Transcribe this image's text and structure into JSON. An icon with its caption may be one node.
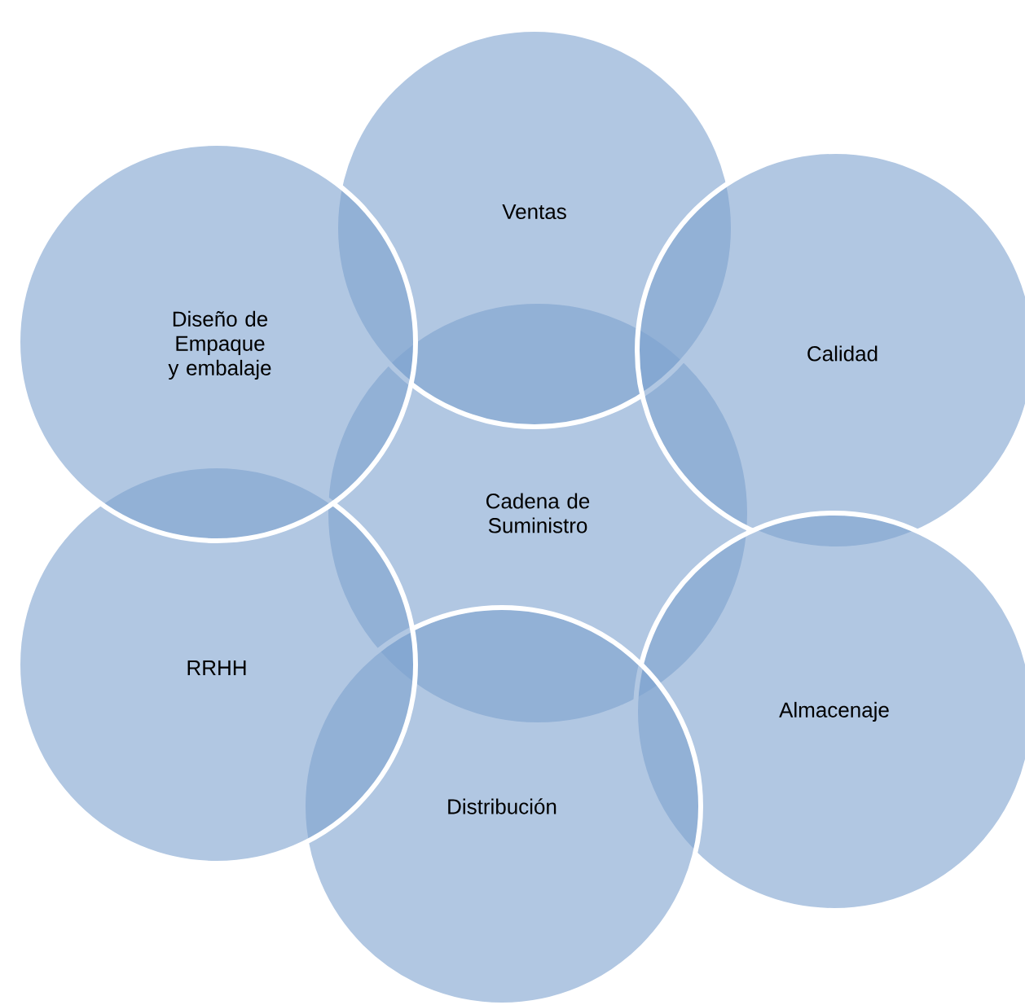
{
  "diagram": {
    "nodes": [
      {
        "text": [
          "Cadena de Suministro"
        ]
      },
      {
        "text": [
          "Ventas"
        ]
      },
      {
        "text": [
          "Calidad"
        ]
      },
      {
        "text": [
          "Almacenaje"
        ]
      },
      {
        "text": [
          "Distribución"
        ]
      },
      {
        "text": [
          "RRHH"
        ]
      },
      {
        "text": [
          "Diseño de Empaque y embalaje"
        ]
      }
    ]
  }
}
